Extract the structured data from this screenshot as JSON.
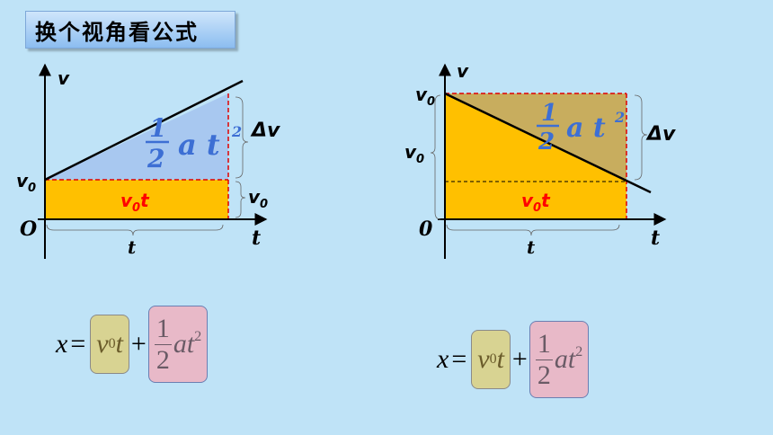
{
  "title": "换个视角看公式",
  "diagram_left": {
    "axis_v": "v",
    "axis_t": "t",
    "origin": "O",
    "v0_label": "v",
    "v0_sub": "0",
    "rect_label_v": "v",
    "rect_label_sub": "0",
    "rect_label_t": "t",
    "triangle_num": "1",
    "triangle_den": "2",
    "triangle_rest": "a t",
    "triangle_exp": "2",
    "delta_v": "Δv",
    "brace_v0": "v",
    "brace_v0_sub": "0",
    "brace_t": "t"
  },
  "diagram_right": {
    "axis_v": "v",
    "axis_t": "t",
    "origin": "0",
    "v0_top": "v",
    "v0_top_sub": "0",
    "v0_side": "v",
    "v0_side_sub": "0",
    "rect_label_v": "v",
    "rect_label_sub": "0",
    "rect_label_t": "t",
    "triangle_num": "1",
    "triangle_den": "2",
    "triangle_rest": "a t",
    "triangle_exp": "2",
    "delta_v": "Δv",
    "brace_t": "t"
  },
  "formula_left": {
    "lhs": "x",
    "eq": "=",
    "v": "v",
    "sub": "0",
    "t": "t",
    "plus": "+",
    "num": "1",
    "den": "2",
    "at": "at",
    "exp": "2"
  },
  "formula_right": {
    "lhs": "x",
    "eq": "=",
    "v": "v",
    "sub": "0",
    "t": "t",
    "plus": "+",
    "num": "1",
    "den": "2",
    "at": "at",
    "exp": "2"
  },
  "colors": {
    "background": "#bfe3f7",
    "rect_fill": "#ffc000",
    "triangle_fill_left": "#a8c8f0",
    "triangle_fill_right": "#c8ad5e",
    "label_red": "#ff0000",
    "label_blue": "#3d6fd4"
  }
}
